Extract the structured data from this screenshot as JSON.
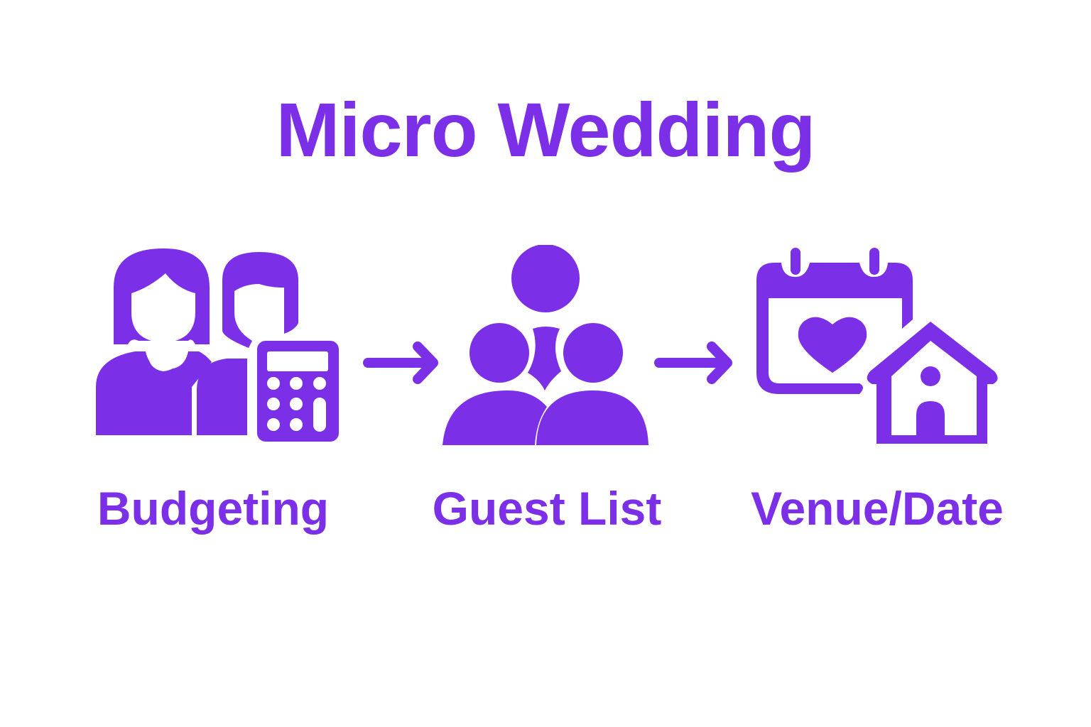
{
  "title": "Micro Wedding",
  "accent_color": "#7B2FE6",
  "steps": [
    {
      "label": "Budgeting",
      "icon": "couple-calculator-icon"
    },
    {
      "label": "Guest List",
      "icon": "group-people-icon"
    },
    {
      "label": "Venue/Date",
      "icon": "calendar-heart-house-icon"
    }
  ],
  "connectors": [
    "arrow-right-icon",
    "arrow-right-icon"
  ]
}
